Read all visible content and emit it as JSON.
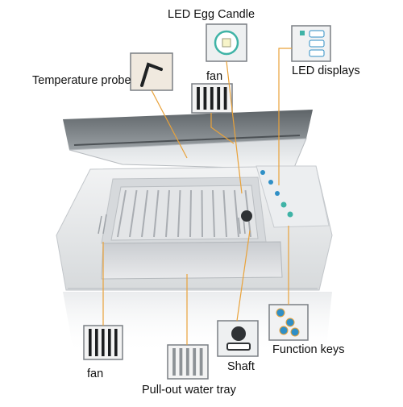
{
  "labels": {
    "led_egg_candle": "LED Egg Candle",
    "led_displays": "LED displays",
    "temperature_probe": "Temperature probe",
    "fan_top": "fan",
    "fan_bottom": "fan",
    "function_keys": "Function keys",
    "shaft": "Shaft",
    "water_tray": "Pull-out water tray"
  },
  "colors": {
    "leader_line": "#e9a23a",
    "device_body": "#e6e8ea",
    "lid_tint": "#6f7478",
    "button_blue": "#2f8fc6",
    "indicator_teal": "#3fb3a6"
  }
}
